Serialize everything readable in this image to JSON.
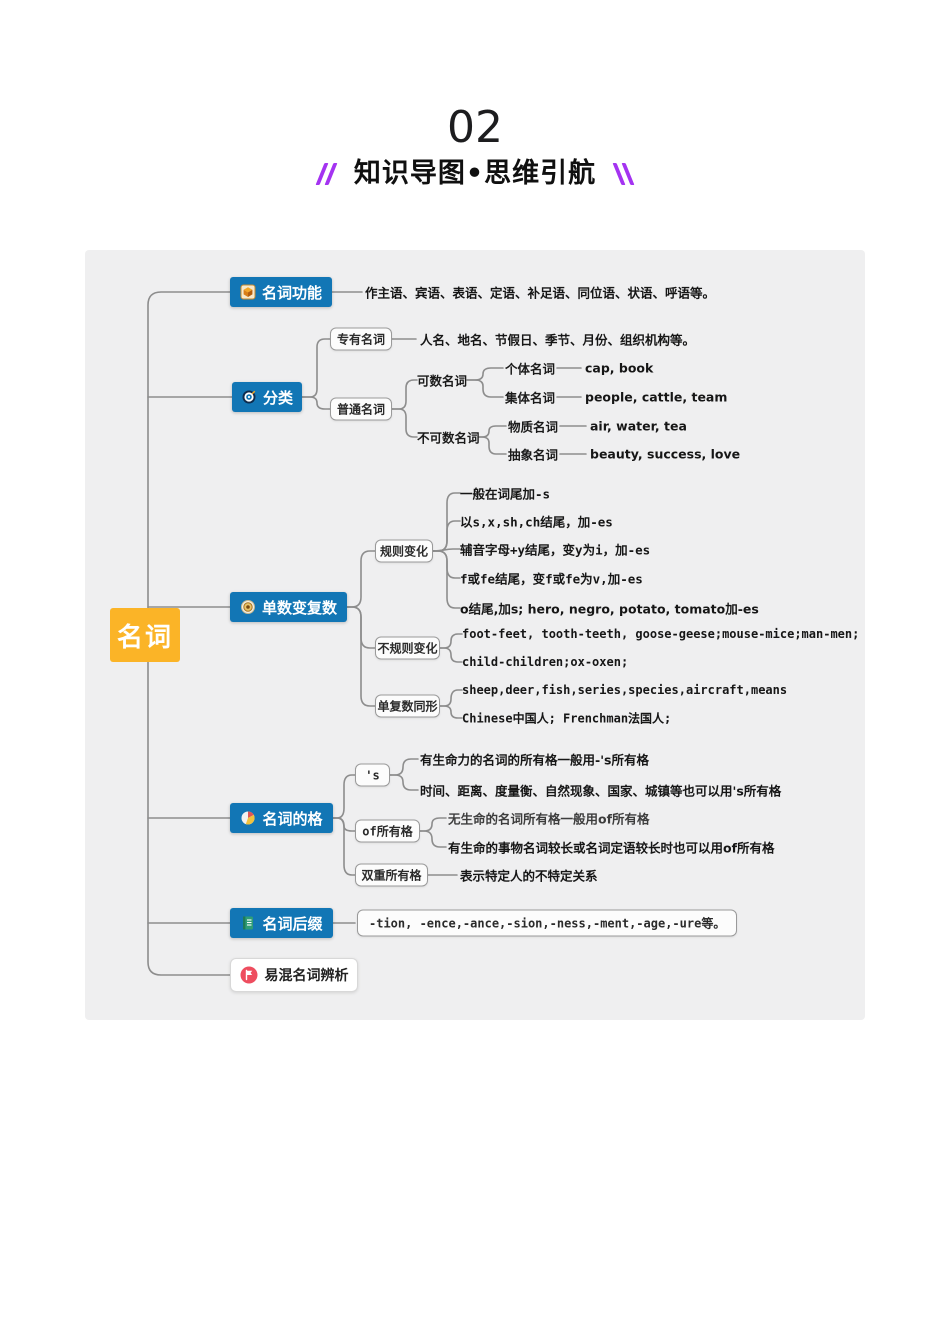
{
  "header": {
    "number": "02",
    "title": "知识导图•思维引航"
  },
  "colors": {
    "accent_purple": "#A433F1",
    "branch_blue": "#1276B5",
    "root_yellow": "#FBB427",
    "map_bg": "#EFEFF0",
    "line_gray": "#8D8D8D",
    "flag_red": "#EE4D5F",
    "notebook_green": "#2F9E77"
  },
  "icons": {
    "b1": "cube-icon",
    "b2": "target-icon",
    "b3": "badge-icon",
    "b4": "pie-chart-icon",
    "b5": "notebook-icon",
    "b6": "flag-icon"
  },
  "map": {
    "root": "名词",
    "b1": {
      "label": "名词功能",
      "desc": "作主语、宾语、表语、定语、补足语、同位语、状语、呼语等。"
    },
    "b2": {
      "label": "分类",
      "proper": {
        "label": "专有名词",
        "desc": "人名、地名、节假日、季节、月份、组织机构等。"
      },
      "common": {
        "label": "普通名词",
        "countable": {
          "label": "可数名词",
          "individual": {
            "label": "个体名词",
            "ex": "cap, book"
          },
          "collective": {
            "label": "集体名词",
            "ex": "people, cattle, team"
          }
        },
        "uncountable": {
          "label": "不可数名词",
          "material": {
            "label": "物质名词",
            "ex": "air, water, tea"
          },
          "abstract": {
            "label": "抽象名词",
            "ex": "beauty, success, love"
          }
        }
      }
    },
    "b3": {
      "label": "单数变复数",
      "regular": {
        "label": "规则变化",
        "rules": [
          "一般在词尾加-s",
          "以s,x,sh,ch结尾，加-es",
          "辅音字母+y结尾，变y为i，加-es",
          "f或fe结尾，变f或fe为v,加-es",
          "o结尾,加s; hero, negro, potato, tomato加-es"
        ]
      },
      "irregular": {
        "label": "不规则变化",
        "items": [
          "foot-feet, tooth-teeth, goose-geese;mouse-mice;man-men;",
          "child-children;ox-oxen;"
        ]
      },
      "same": {
        "label": "单复数同形",
        "items": [
          "sheep,deer,fish,series,species,aircraft,means",
          "Chinese中国人; Frenchman法国人;"
        ]
      }
    },
    "b4": {
      "label": "名词的格",
      "apostrophe": {
        "label": "'s",
        "items": [
          "有生命力的名词的所有格一般用-'s所有格",
          "时间、距离、度量衡、自然现象、国家、城镇等也可以用's所有格"
        ]
      },
      "of": {
        "label": "of所有格",
        "items": [
          "无生命的名词所有格一般用of所有格",
          "有生命的事物名词较长或名词定语较长时也可以用of所有格"
        ]
      },
      "double": {
        "label": "双重所有格",
        "desc": "表示特定人的不特定关系"
      }
    },
    "b5": {
      "label": "名词后缀",
      "suffixes": "-tion, -ence,-ance,-sion,-ness,-ment,-age,-ure等。"
    },
    "b6": {
      "label": "易混名词辨析"
    }
  }
}
